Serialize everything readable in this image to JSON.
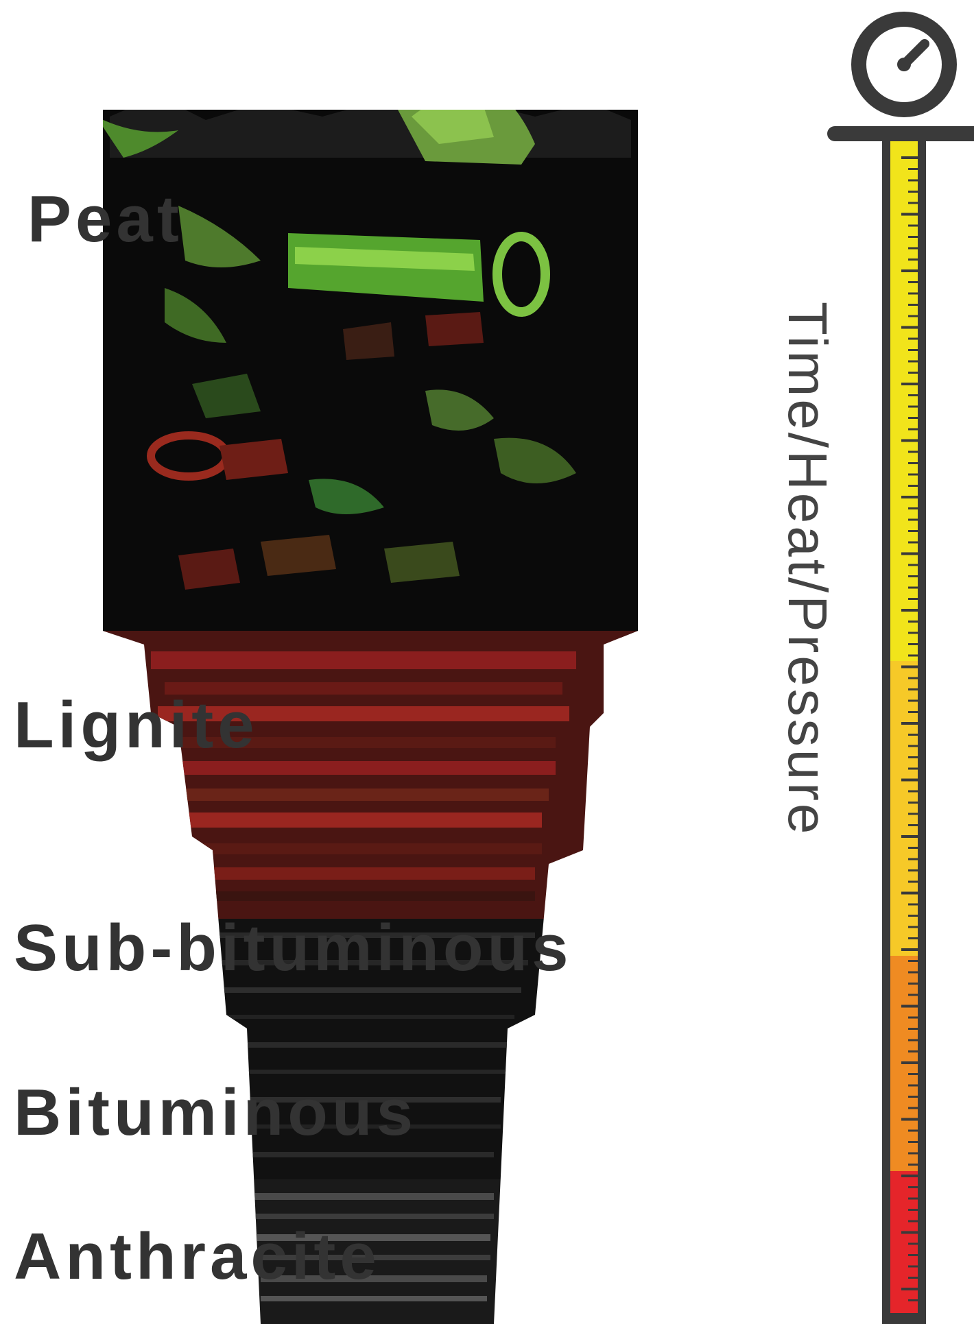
{
  "diagram": {
    "stages": [
      {
        "label": "Peat"
      },
      {
        "label": "Lignite"
      },
      {
        "label": "Sub-bituminous"
      },
      {
        "label": "Bituminous"
      },
      {
        "label": "Anthracite"
      }
    ],
    "gauge": {
      "axis_label": "Time/Heat/Pressure",
      "icon": "pressure-gauge-icon",
      "segments": [
        {
          "color": "#F1E41B"
        },
        {
          "color": "#F6C928"
        },
        {
          "color": "#EF8B22"
        },
        {
          "color": "#E5252A"
        }
      ]
    },
    "colors": {
      "peat": "#0A0A0A",
      "vegetation": "#4E8A2C",
      "vegetation_light": "#7CC242",
      "lignite": "#8B1E1E",
      "lignite_dark": "#4A1512",
      "bituminous": "#111111",
      "anthracite": "#3C3C3C",
      "water": "#3A66B5",
      "outline": "#3A3A3A"
    }
  }
}
